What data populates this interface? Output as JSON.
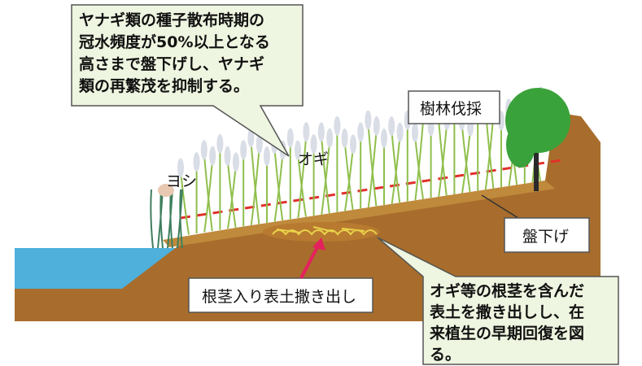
{
  "callouts": {
    "top": {
      "lines": [
        "ヤナギ類の種子散布時期の",
        "冠水頻度が50%以上となる",
        "高さまで盤下げし、ヤナギ",
        "類の再繁茂を抑制する。"
      ]
    },
    "bottom": {
      "lines": [
        "オギ等の根茎を含んだ",
        "表土を撒き出しし、在",
        "来植生の早期回復を図",
        "る。"
      ]
    }
  },
  "labels": {
    "reed": "ヨシ",
    "ogi": "オギ",
    "tree_felling": "樹林伐採",
    "ground_lowering": "盤下げ",
    "rhizome_topsoil": "根茎入り表土撒き出し"
  },
  "colors": {
    "callout_fill": "#eef5e0",
    "water": "#4fb0dc",
    "soil": "#a86d2c",
    "soil_light": "#c08a3c",
    "arrow": "#e5205e",
    "dash": "#e0302a",
    "tree": "#3aa23a",
    "grass": "#8fbf4c"
  }
}
